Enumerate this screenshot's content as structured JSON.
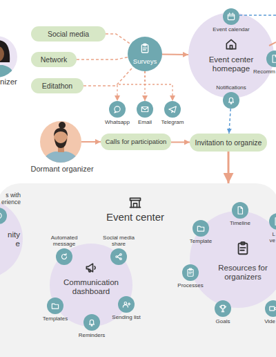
{
  "diagram": {
    "nodes": [
      {
        "text": [
          "nizer"
        ]
      },
      {
        "text": [
          "Social media"
        ]
      },
      {
        "text": [
          "Network"
        ]
      },
      {
        "text": [
          "Editathon"
        ]
      },
      {
        "text": [
          "Surveys"
        ]
      },
      {
        "text": [
          "Whatsapp"
        ]
      },
      {
        "text": [
          "Email"
        ]
      },
      {
        "text": [
          "Telegram"
        ]
      },
      {
        "text": [
          "Event center homepage"
        ]
      },
      {
        "text": [
          "Event calendar"
        ],
        "in": 8
      },
      {
        "text": [
          "Notifications"
        ],
        "in": 8
      },
      {
        "text": [
          "Recomm"
        ],
        "in": 8
      },
      {
        "text": [
          "Dormant organizer"
        ]
      },
      {
        "text": [
          "Calls for participation"
        ]
      },
      {
        "text": [
          "Invitation to organize"
        ]
      },
      {
        "text": [
          "Event center"
        ]
      },
      {
        "text": [
          "nity e"
        ],
        "in": 15
      },
      {
        "text": [
          "s with erience"
        ],
        "in": 16
      },
      {
        "text": [
          "Communication dashboard"
        ],
        "in": 15
      },
      {
        "text": [
          "Automated message"
        ],
        "in": 18
      },
      {
        "text": [
          "Social media share"
        ],
        "in": 18
      },
      {
        "text": [
          "Templates"
        ],
        "in": 18
      },
      {
        "text": [
          "Reminders"
        ],
        "in": 18
      },
      {
        "text": [
          "Sending list"
        ],
        "in": 18
      },
      {
        "text": [
          "Resources for organizers"
        ],
        "in": 15
      },
      {
        "text": [
          "Timeline"
        ],
        "in": 24
      },
      {
        "text": [
          "Template"
        ],
        "in": 24
      },
      {
        "text": [
          "Processes"
        ],
        "in": 24
      },
      {
        "text": [
          "Goals"
        ],
        "in": 24
      },
      {
        "text": [
          "Vide"
        ],
        "in": 24
      },
      {
        "text": [
          "L ve"
        ],
        "in": 24
      }
    ],
    "edges": [
      {
        "from": 1,
        "to": 4,
        "arrow": "none"
      },
      {
        "from": 2,
        "to": 4,
        "arrow": "none"
      },
      {
        "from": 3,
        "to": 4,
        "arrow": "none"
      },
      {
        "from": 4,
        "to": 8,
        "arrow": "to"
      },
      {
        "from": 4,
        "to": 5,
        "arrow": "to"
      },
      {
        "from": 4,
        "to": 6,
        "arrow": "to"
      },
      {
        "from": 4,
        "to": 7,
        "arrow": "to"
      },
      {
        "from": 10,
        "to": 14,
        "arrow": "to"
      },
      {
        "from": 12,
        "to": 13,
        "arrow": "to"
      },
      {
        "from": 13,
        "to": 14,
        "arrow": "to"
      },
      {
        "from": 14,
        "to": 15,
        "arrow": "to"
      }
    ]
  }
}
